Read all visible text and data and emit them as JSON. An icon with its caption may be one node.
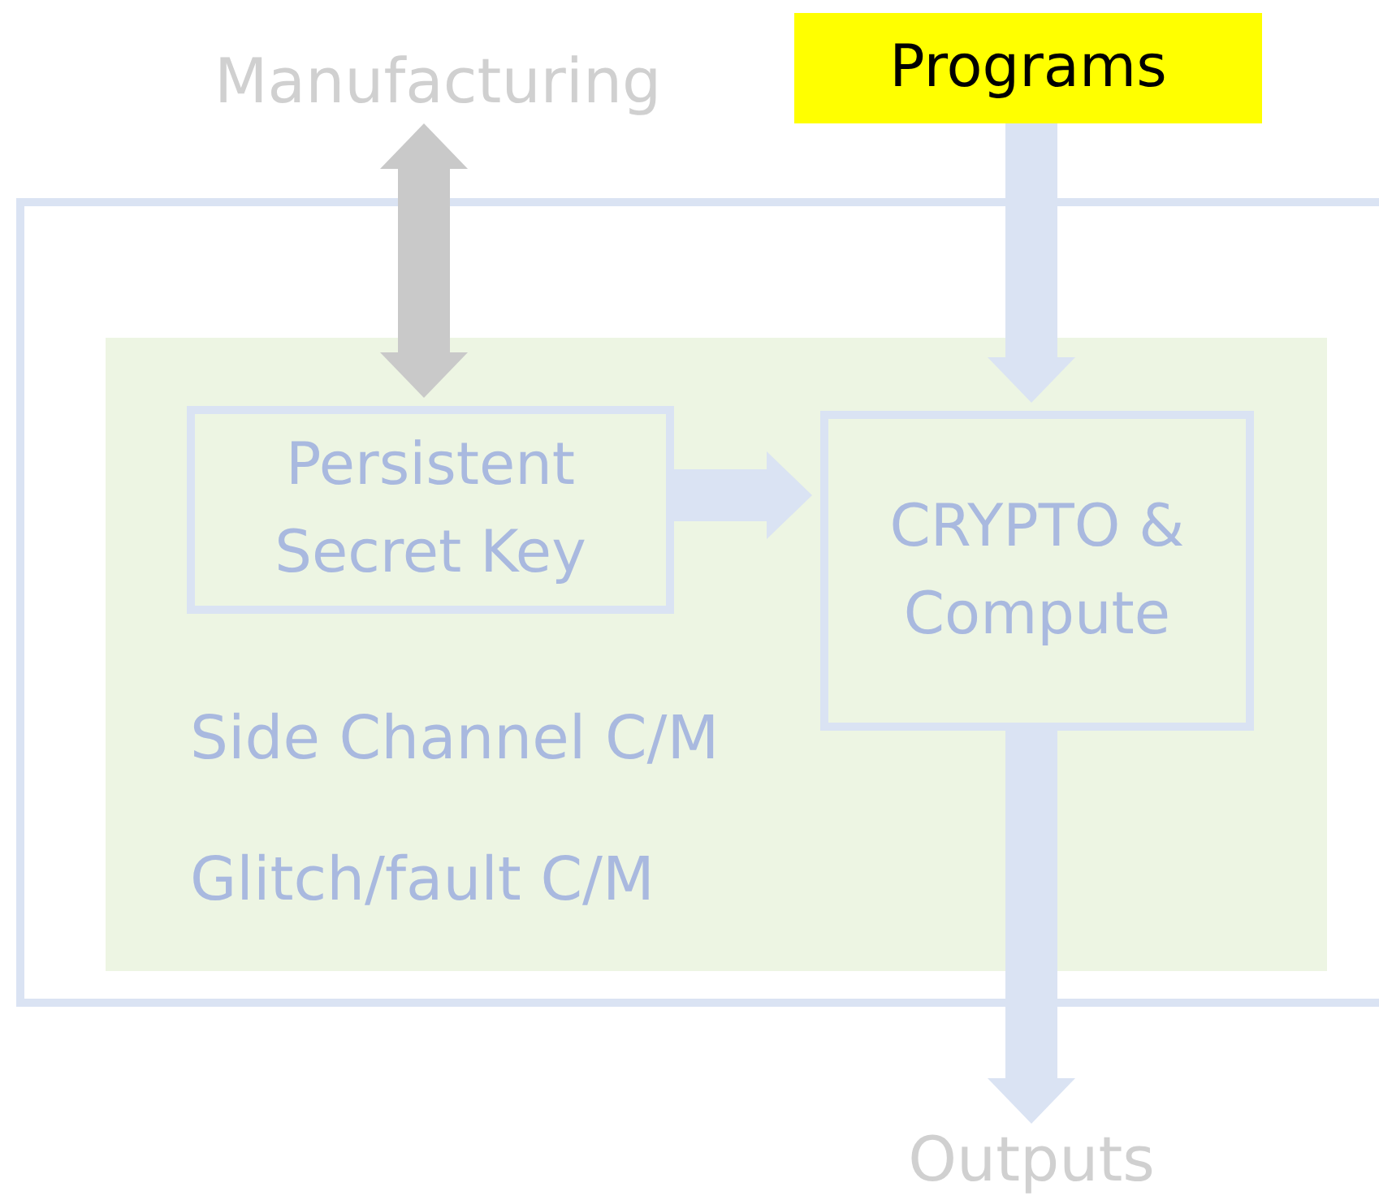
{
  "diagram": {
    "nodes": [
      {
        "text": [
          "Manufacturing"
        ]
      },
      {
        "text": [
          "Programs"
        ]
      },
      {
        "text": [],
        "shape": "box"
      },
      {
        "text": [
          "Side Channel C/M",
          "Glitch/fault C/M"
        ],
        "in": 2
      },
      {
        "text": [
          "Persistent Secret Key"
        ],
        "in": 3
      },
      {
        "text": [
          "CRYPTO & Compute"
        ],
        "in": 3
      },
      {
        "text": [
          "Outputs"
        ]
      }
    ],
    "edges": [
      {
        "from": 0,
        "to": 4,
        "arrow": "both",
        "color": "#c9c9c9"
      },
      {
        "from": 4,
        "to": 5,
        "arrow": "to"
      },
      {
        "from": 1,
        "to": 5,
        "arrow": "to"
      },
      {
        "from": 5,
        "to": 6,
        "arrow": "to"
      }
    ]
  }
}
